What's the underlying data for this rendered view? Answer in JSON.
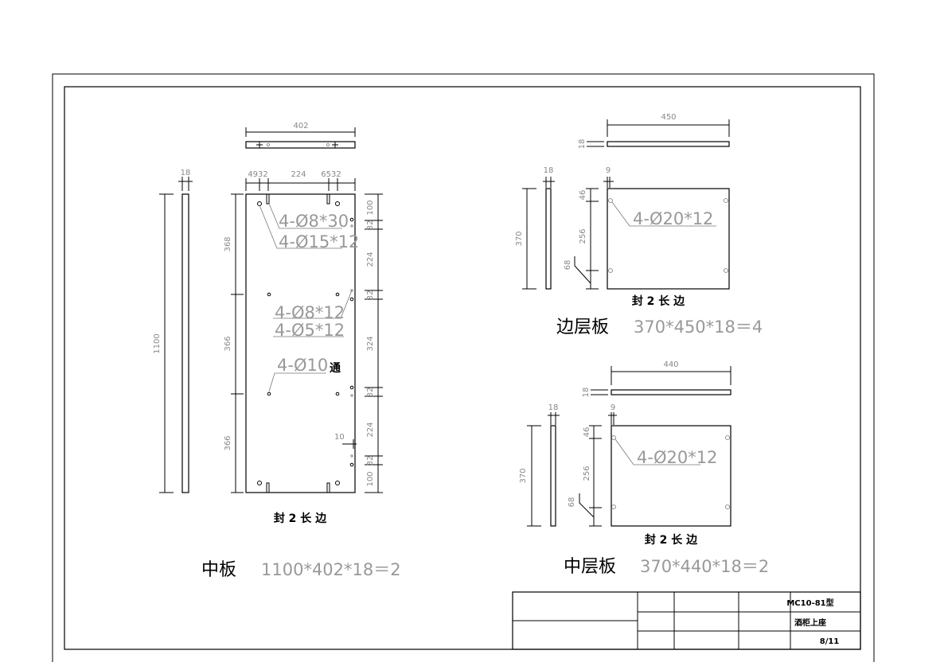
{
  "middle_panel": {
    "top_width": "402",
    "thickness": "18",
    "height": "1100",
    "top_dims": [
      "4932",
      "224",
      "6532"
    ],
    "left_dims": [
      "368",
      "366",
      "366"
    ],
    "right_dims": [
      "100",
      "32",
      "224",
      "32",
      "324",
      "32",
      "224",
      "32",
      "100"
    ],
    "edge_offset": "10",
    "hole_labels": [
      "4-Ø8*30",
      "4-Ø15*12",
      "4-Ø8*12",
      "4-Ø5*12",
      "4-Ø10"
    ],
    "through_label": "通",
    "edge_note": "封 2 长 边",
    "name": "中板",
    "spec": "1100*402*18＝2"
  },
  "side_shelf": {
    "width": "450",
    "thickness": "18",
    "height": "370",
    "offset": "9",
    "dims": [
      "46",
      "256",
      "68"
    ],
    "hole_label": "4-Ø20*12",
    "edge_note": "封 2 长 边",
    "name": "边层板",
    "spec": "370*450*18＝4"
  },
  "middle_shelf": {
    "width": "440",
    "thickness": "18",
    "height": "370",
    "offset": "9",
    "dims": [
      "46",
      "256",
      "68"
    ],
    "hole_label": "4-Ø20*12",
    "edge_note": "封 2 长 边",
    "name": "中层板",
    "spec": "370*440*18＝2"
  },
  "title_block": {
    "model": "MC10-81型",
    "title": "酒柜上座",
    "sheet": "8/11"
  }
}
